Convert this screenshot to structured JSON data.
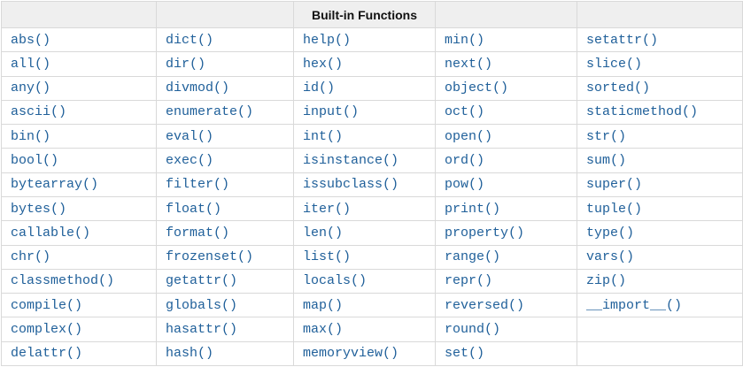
{
  "colors": {
    "link": "#20609a",
    "header_bg": "#efefef",
    "border": "#d9d9d9",
    "title_text": "#111111"
  },
  "table": {
    "title": "Built-in Functions",
    "rows": [
      [
        "abs()",
        "dict()",
        "help()",
        "min()",
        "setattr()"
      ],
      [
        "all()",
        "dir()",
        "hex()",
        "next()",
        "slice()"
      ],
      [
        "any()",
        "divmod()",
        "id()",
        "object()",
        "sorted()"
      ],
      [
        "ascii()",
        "enumerate()",
        "input()",
        "oct()",
        "staticmethod()"
      ],
      [
        "bin()",
        "eval()",
        "int()",
        "open()",
        "str()"
      ],
      [
        "bool()",
        "exec()",
        "isinstance()",
        "ord()",
        "sum()"
      ],
      [
        "bytearray()",
        "filter()",
        "issubclass()",
        "pow()",
        "super()"
      ],
      [
        "bytes()",
        "float()",
        "iter()",
        "print()",
        "tuple()"
      ],
      [
        "callable()",
        "format()",
        "len()",
        "property()",
        "type()"
      ],
      [
        "chr()",
        "frozenset()",
        "list()",
        "range()",
        "vars()"
      ],
      [
        "classmethod()",
        "getattr()",
        "locals()",
        "repr()",
        "zip()"
      ],
      [
        "compile()",
        "globals()",
        "map()",
        "reversed()",
        "__import__()"
      ],
      [
        "complex()",
        "hasattr()",
        "max()",
        "round()",
        ""
      ],
      [
        "delattr()",
        "hash()",
        "memoryview()",
        "set()",
        ""
      ]
    ]
  }
}
